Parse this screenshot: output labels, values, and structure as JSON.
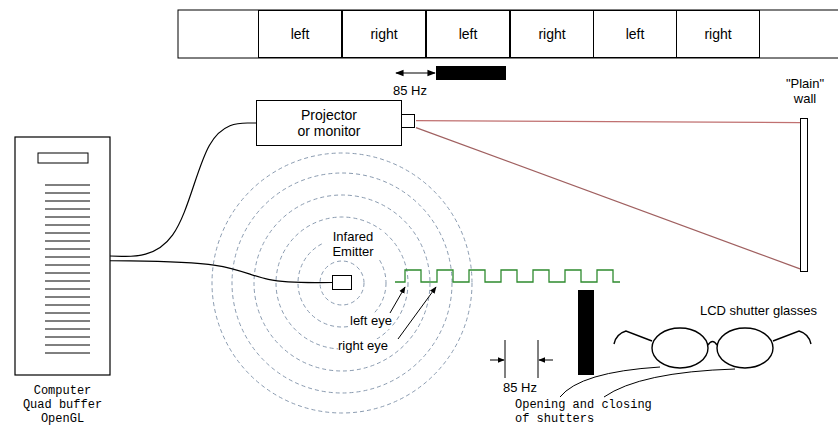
{
  "diagram": {
    "nodes": [
      {
        "text": [
          "left"
        ]
      },
      {
        "text": [
          "right"
        ]
      },
      {
        "text": [
          "left"
        ]
      },
      {
        "text": [
          "right"
        ]
      },
      {
        "text": [
          "left"
        ]
      },
      {
        "text": [
          "right"
        ]
      },
      {
        "text": [
          "Projector or monitor"
        ]
      },
      {
        "text": [
          "\"Plain\" wall"
        ]
      },
      {
        "text": [
          "Computer Quad buffer OpenGL"
        ]
      },
      {
        "text": [
          "Infared Emitter"
        ]
      }
    ],
    "edges": [
      {
        "from": 8,
        "to": 6,
        "arrow": "none"
      },
      {
        "from": 8,
        "to": 9,
        "arrow": "none"
      },
      {
        "from": 6,
        "to": 7,
        "arrow": "none"
      },
      {
        "from": 6,
        "to": 7,
        "arrow": "none"
      }
    ],
    "labels": [
      "85 Hz",
      "left eye",
      "right eye",
      "85 Hz",
      "LCD shutter glasses",
      "Opening and closing of shutters"
    ]
  }
}
